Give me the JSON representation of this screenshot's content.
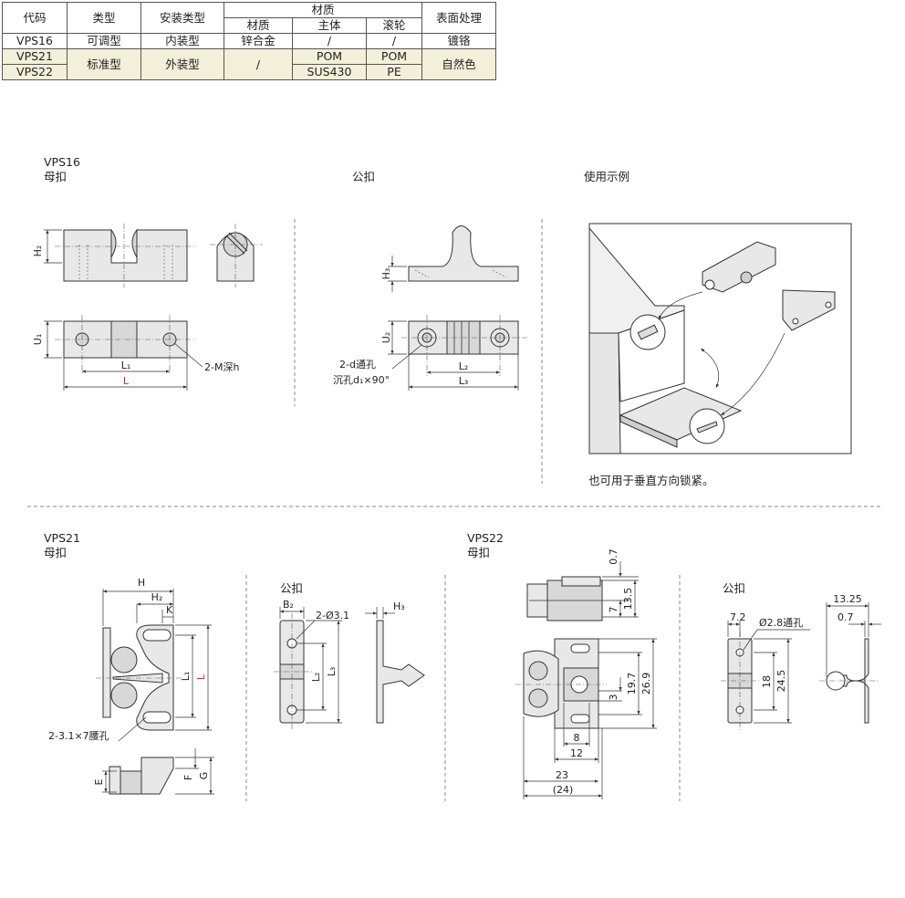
{
  "table": {
    "h_code": "代码",
    "h_type": "类型",
    "h_install": "安装类型",
    "h_material": "材质",
    "h_body_mat": "材质",
    "h_main": "主体",
    "h_roller": "滚轮",
    "h_surface": "表面处理",
    "r1": {
      "code": "VPS16",
      "type": "可调型",
      "install": "内装型",
      "mat": "锌合金",
      "main": "/",
      "roller": "/",
      "surface": "镀铬"
    },
    "r2": {
      "code": "VPS21",
      "type": "标准型",
      "install": "外装型",
      "mat": "/",
      "main": "POM",
      "roller": "POM",
      "surface": "自然色"
    },
    "r3": {
      "code": "VPS22",
      "main": "SUS430",
      "roller": "PE"
    }
  },
  "sec1": {
    "model": "VPS16",
    "female": "母扣",
    "male": "公扣",
    "usage": "使用示例",
    "note": "也可用于垂直方向锁紧。"
  },
  "sec2": {
    "model": "VPS21",
    "female": "母扣",
    "male": "公扣"
  },
  "sec3": {
    "model": "VPS22",
    "female": "母扣",
    "male": "公扣"
  },
  "dims": {
    "H2": "H₂",
    "U1": "U₁",
    "L1": "L₁",
    "L": "L",
    "M": "2-M深h",
    "H3": "H₃",
    "U2": "U₂",
    "L2": "L₂",
    "L3": "L₃",
    "d": "2-d通孔",
    "d1": "沉孔d₁×90°",
    "H": "H",
    "K": "K",
    "slot": "2-3.1×7腰孔",
    "E": "E",
    "F": "F",
    "G": "G",
    "B2": "B₂",
    "hole": "2-Ø3.1",
    "v07": "0.7",
    "v135": "13.5",
    "v7": "7",
    "v197": "19.7",
    "v269": "26.9",
    "v3": "3",
    "v8": "8",
    "v12": "12",
    "v23": "23",
    "v24": "(24)",
    "v72": "7.2",
    "hole28": "Ø2.8通孔",
    "v18": "18",
    "v245": "24.5",
    "v1325": "13.25",
    "v07b": "0.7"
  },
  "colors": {
    "highlight": "#f4efd9",
    "accent_red": "#c0392b"
  }
}
